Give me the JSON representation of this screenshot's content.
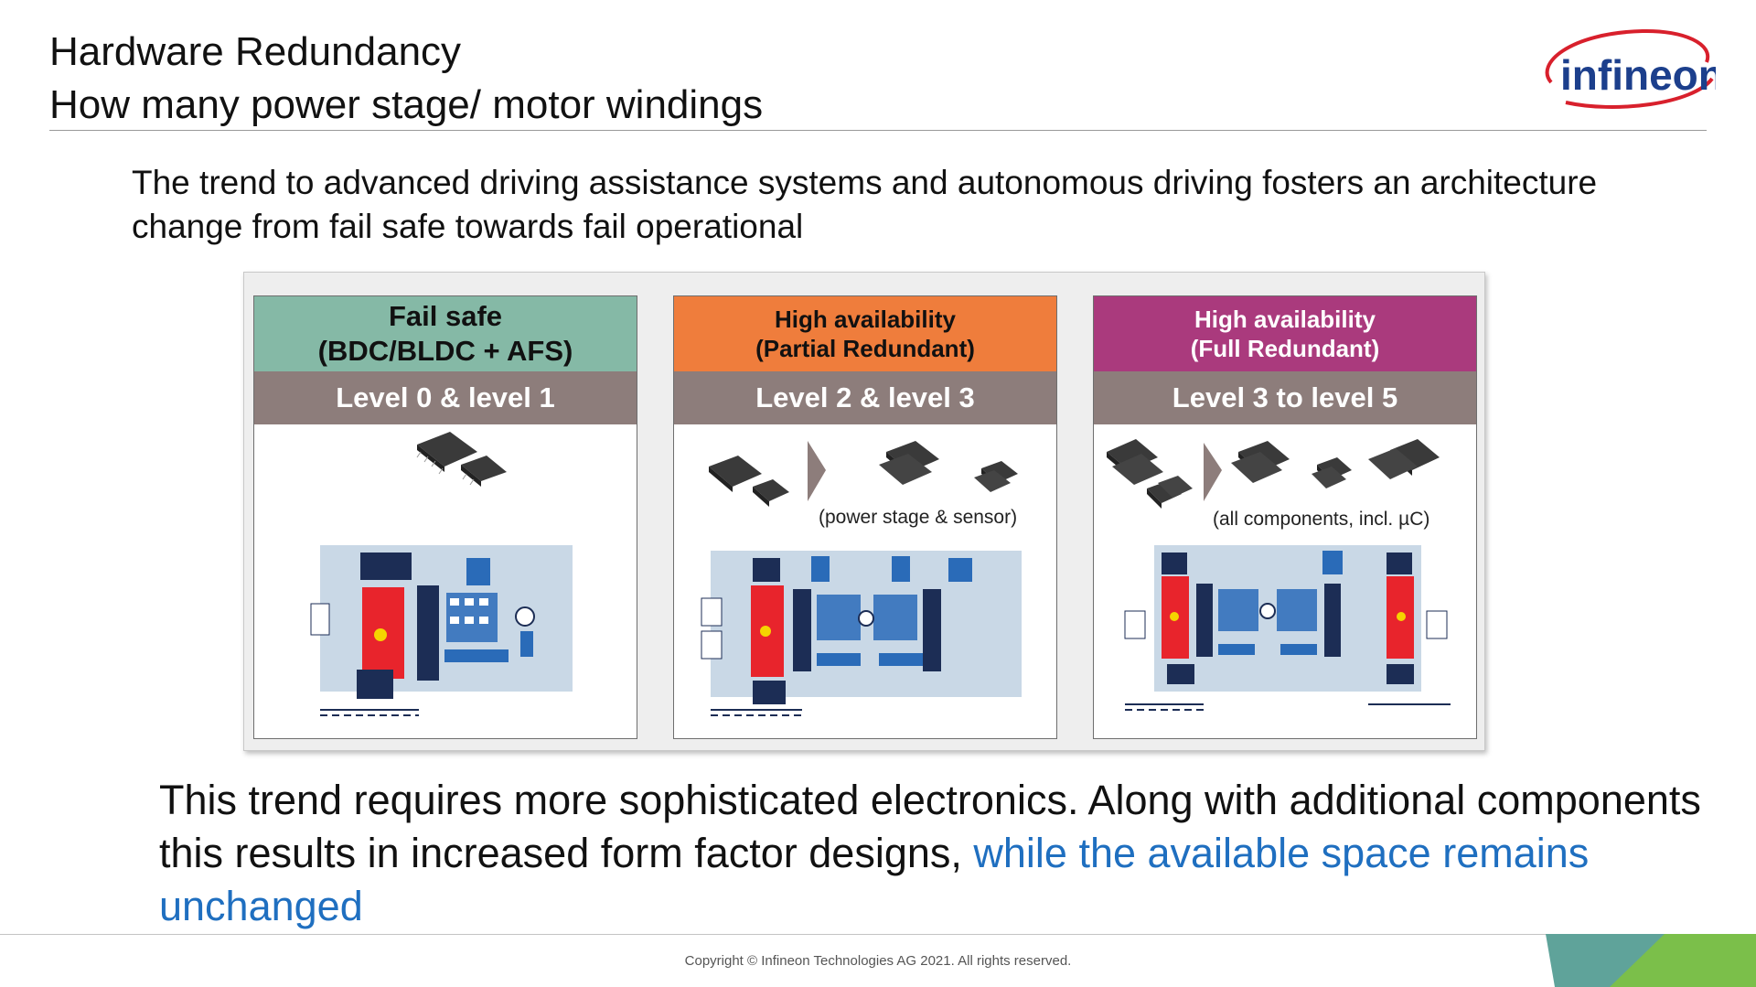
{
  "header": {
    "title_line1": "Hardware Redundancy",
    "title_line2": "How many power stage/ motor windings",
    "logo_text": "infineon"
  },
  "intro": "The trend to advanced driving assistance systems and autonomous driving fosters an architecture change from fail safe towards fail operational",
  "columns": [
    {
      "title_line1": "Fail safe",
      "title_line2": "(BDC/BLDC + AFS)",
      "level": "Level 0 & level 1",
      "note": "",
      "color": "#85b9a6"
    },
    {
      "title_line1": "High availability",
      "title_line2": "(Partial Redundant)",
      "level": "Level 2 & level 3",
      "note": "(power stage & sensor)",
      "color": "#ef7d3c"
    },
    {
      "title_line1": "High availability",
      "title_line2": "(Full Redundant)",
      "level": "Level 3 to level 5",
      "note": "(all components, incl. µC)",
      "color": "#aa3a7d"
    }
  ],
  "conclusion": {
    "text": "This trend requires more sophisticated electronics. Along with additional components this results in increased form factor designs, ",
    "highlight": "while the available space remains unchanged",
    "highlight_color": "#1f6fc0"
  },
  "footer": {
    "copyright": "Copyright © Infineon Technologies AG 2021. All rights reserved."
  },
  "colors": {
    "level_bar": "#8d7d7b",
    "diagram_bg": "#c9d8e6",
    "mcu_red": "#e8242c",
    "driver_navy": "#1c2d55",
    "block_blue": "#2a6bb8",
    "corner_green": "#7bbf4a",
    "corner_teal": "#5fa39a"
  }
}
